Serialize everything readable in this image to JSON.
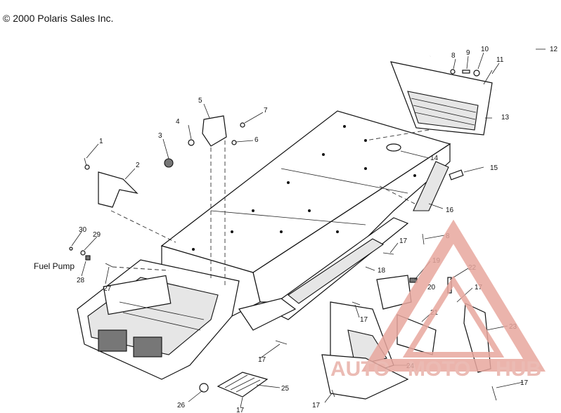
{
  "copyright": "© 2000 Polaris Sales Inc.",
  "fuel_pump_label": "Fuel Pump",
  "watermark": {
    "text_part1": "AUTO",
    "text_part2": "MOTO",
    "text_part3": "HUB",
    "color": "#e8a79e"
  },
  "callouts": [
    "1",
    "2",
    "3",
    "4",
    "5",
    "6",
    "7",
    "8",
    "9",
    "10",
    "11",
    "12",
    "13",
    "14",
    "15",
    "16",
    "8",
    "17",
    "18",
    "19",
    "20",
    "22",
    "17",
    "21",
    "23",
    "17",
    "17",
    "24",
    "25",
    "26",
    "17",
    "17",
    "27",
    "28",
    "29",
    "30",
    "17"
  ]
}
